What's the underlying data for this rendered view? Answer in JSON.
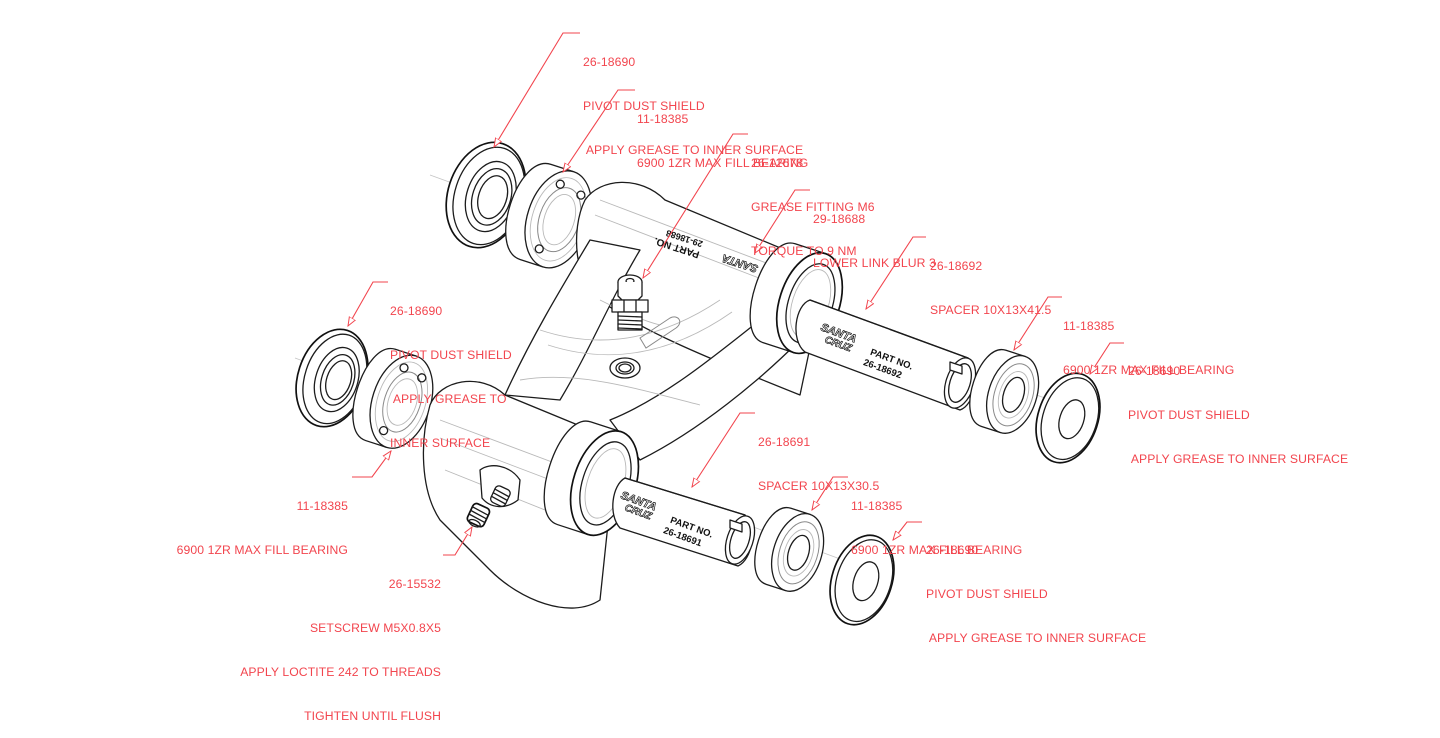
{
  "diagram": {
    "title": "Lower Link Blur 3 exploded view",
    "accent_color": "#f2454e",
    "line_color": "#1c1c1c",
    "callouts": [
      {
        "id": "dust-shield-top-left",
        "part_no": "26-18690",
        "lines": [
          "PIVOT DUST SHIELD",
          " APPLY GREASE TO INNER SURFACE"
        ]
      },
      {
        "id": "bearing-top-left",
        "part_no": "11-18385",
        "lines": [
          "6900 1ZR MAX FILL BEARING"
        ]
      },
      {
        "id": "grease-fitting",
        "part_no": "26-12678",
        "lines": [
          "GREASE FITTING M6",
          "TORQUE TO 9 NM"
        ]
      },
      {
        "id": "lower-link",
        "part_no": "29-18688",
        "lines": [
          "LOWER LINK BLUR 3"
        ]
      },
      {
        "id": "spacer-long",
        "part_no": "26-18692",
        "lines": [
          "SPACER 10X13X41.5"
        ]
      },
      {
        "id": "bearing-right-upper",
        "part_no": "11-18385",
        "lines": [
          "6900 1ZR MAX FILL BEARING"
        ]
      },
      {
        "id": "dust-shield-right-upper",
        "part_no": "26-18690",
        "lines": [
          "PIVOT DUST SHIELD",
          " APPLY GREASE TO INNER SURFACE"
        ]
      },
      {
        "id": "dust-shield-left-mid",
        "part_no": "26-18690",
        "lines": [
          "PIVOT DUST SHIELD",
          " APPLY GREASE TO",
          "INNER SURFACE"
        ]
      },
      {
        "id": "spacer-short",
        "part_no": "26-18691",
        "lines": [
          "SPACER 10X13X30.5"
        ]
      },
      {
        "id": "bearing-left-lower",
        "part_no": "11-18385",
        "lines": [
          "6900 1ZR MAX FILL BEARING"
        ]
      },
      {
        "id": "bearing-right-lower",
        "part_no": "11-18385",
        "lines": [
          "6900 1ZR MAX FILL BEARING"
        ]
      },
      {
        "id": "dust-shield-right-lower",
        "part_no": "26-18690",
        "lines": [
          "PIVOT DUST SHIELD",
          " APPLY GREASE TO INNER SURFACE"
        ]
      },
      {
        "id": "setscrew",
        "part_no": "26-15532",
        "lines": [
          "SETSCREW M5X0.8X5",
          "APPLY LOCTITE 242 TO THREADS",
          "TIGHTEN UNTIL FLUSH"
        ]
      }
    ],
    "stamps": {
      "part_no_label": "PART NO.",
      "link_part_no": "29-18688",
      "spacer_long_part_no": "26-18692",
      "spacer_short_part_no": "26-18691",
      "brand_line1": "SANTA",
      "brand_line2": "CRUZ"
    }
  }
}
